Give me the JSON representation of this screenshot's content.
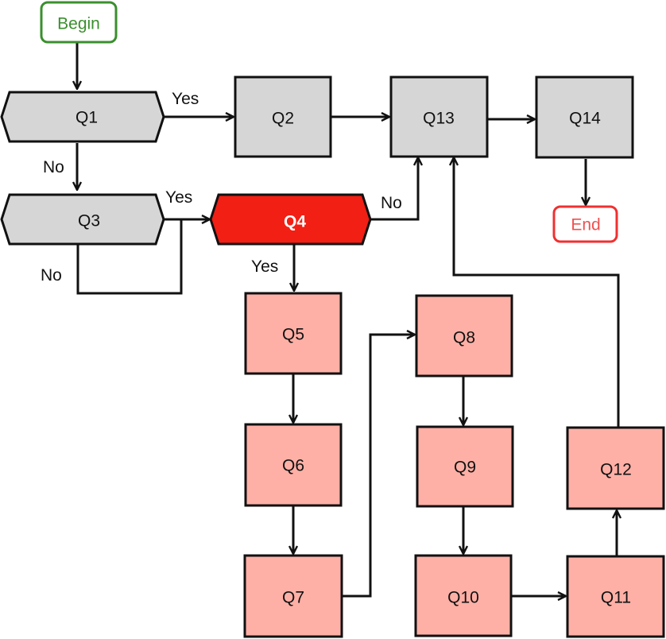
{
  "colors": {
    "gray_fill": "#d6d6d6",
    "pink_fill": "#ffb0a6",
    "highlight_fill": "#f21f14",
    "begin_color": "#3a8f2e",
    "end_color": "#f03030",
    "stroke": "#111111"
  },
  "nodes": {
    "begin": {
      "label": "Begin",
      "shape": "terminal",
      "style": "begin"
    },
    "q1": {
      "label": "Q1",
      "shape": "hexagon",
      "style": "gray"
    },
    "q2": {
      "label": "Q2",
      "shape": "box",
      "style": "gray"
    },
    "q3": {
      "label": "Q3",
      "shape": "hexagon",
      "style": "gray"
    },
    "q4": {
      "label": "Q4",
      "shape": "hexagon",
      "style": "highlight"
    },
    "q5": {
      "label": "Q5",
      "shape": "box",
      "style": "pink"
    },
    "q6": {
      "label": "Q6",
      "shape": "box",
      "style": "pink"
    },
    "q7": {
      "label": "Q7",
      "shape": "box",
      "style": "pink"
    },
    "q8": {
      "label": "Q8",
      "shape": "box",
      "style": "pink"
    },
    "q9": {
      "label": "Q9",
      "shape": "box",
      "style": "pink"
    },
    "q10": {
      "label": "Q10",
      "shape": "box",
      "style": "pink"
    },
    "q11": {
      "label": "Q11",
      "shape": "box",
      "style": "pink"
    },
    "q12": {
      "label": "Q12",
      "shape": "box",
      "style": "pink"
    },
    "q13": {
      "label": "Q13",
      "shape": "box",
      "style": "gray"
    },
    "q14": {
      "label": "Q14",
      "shape": "box",
      "style": "gray"
    },
    "end": {
      "label": "End",
      "shape": "terminal",
      "style": "end"
    }
  },
  "edges": [
    {
      "from": "begin",
      "to": "q1",
      "label": ""
    },
    {
      "from": "q1",
      "to": "q2",
      "label": "Yes"
    },
    {
      "from": "q1",
      "to": "q3",
      "label": "No"
    },
    {
      "from": "q2",
      "to": "q13",
      "label": ""
    },
    {
      "from": "q3",
      "to": "q4",
      "label": "Yes"
    },
    {
      "from": "q3",
      "to": "q4",
      "label": "No"
    },
    {
      "from": "q4",
      "to": "q13",
      "label": "No"
    },
    {
      "from": "q4",
      "to": "q5",
      "label": "Yes"
    },
    {
      "from": "q5",
      "to": "q6",
      "label": ""
    },
    {
      "from": "q6",
      "to": "q7",
      "label": ""
    },
    {
      "from": "q7",
      "to": "q8",
      "label": ""
    },
    {
      "from": "q8",
      "to": "q9",
      "label": ""
    },
    {
      "from": "q9",
      "to": "q10",
      "label": ""
    },
    {
      "from": "q10",
      "to": "q11",
      "label": ""
    },
    {
      "from": "q11",
      "to": "q12",
      "label": ""
    },
    {
      "from": "q12",
      "to": "q13",
      "label": ""
    },
    {
      "from": "q13",
      "to": "q14",
      "label": ""
    },
    {
      "from": "q14",
      "to": "end",
      "label": ""
    }
  ],
  "edge_labels": {
    "q1_yes": "Yes",
    "q1_no": "No",
    "q3_yes": "Yes",
    "q3_no": "No",
    "q4_no": "No",
    "q4_yes": "Yes"
  }
}
